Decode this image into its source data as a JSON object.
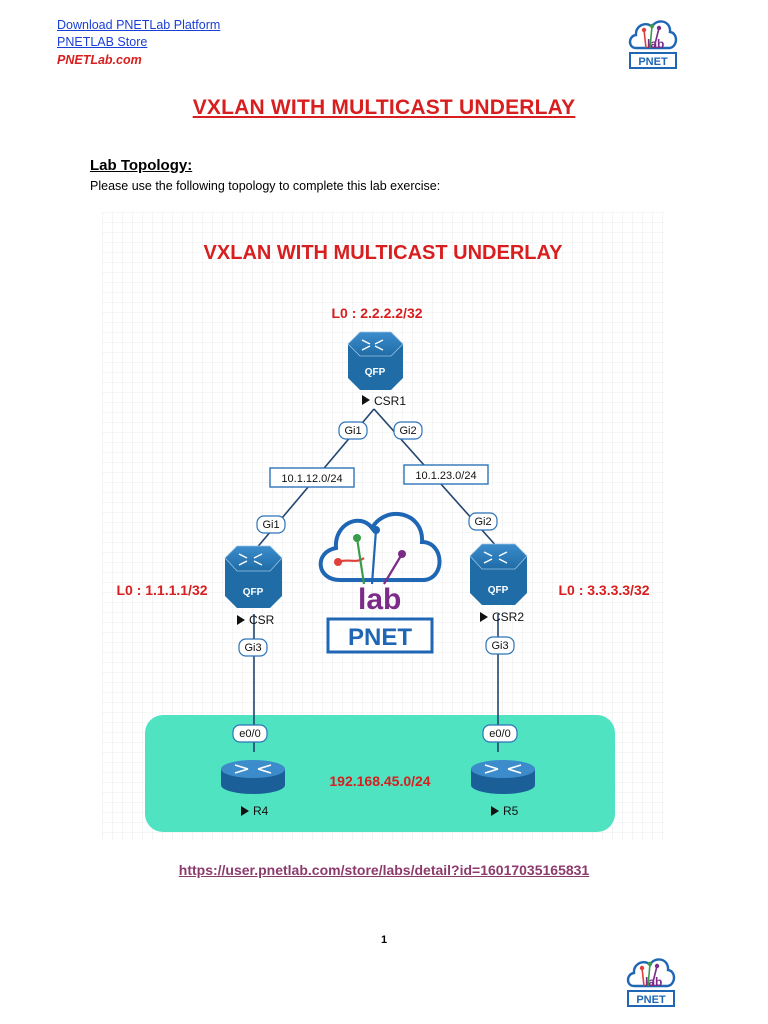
{
  "header": {
    "download_link": "Download PNETLab Platform",
    "store_link": "PNETLAB Store",
    "site_name": "PNETLab.com"
  },
  "logo": {
    "text": "PNET"
  },
  "document": {
    "title": "VXLAN WITH MULTICAST UNDERLAY",
    "section_heading": "Lab Topology:",
    "instruction": "Please use the following topology to complete this lab exercise:",
    "detail_url": "https://user.pnetlab.com/store/labs/detail?id=16017035165831",
    "page_number": "1"
  },
  "diagram": {
    "title": "VXLAN WITH MULTICAST UNDERLAY",
    "loopbacks": {
      "csr1": "L0 : 2.2.2.2/32",
      "csr": "L0 : 1.1.1.1/32",
      "csr2": "L0 : 3.3.3.3/32"
    },
    "devices": {
      "csr1": {
        "label": "CSR1",
        "chip": "QFP"
      },
      "csr": {
        "label": "CSR",
        "chip": "QFP"
      },
      "csr2": {
        "label": "CSR2",
        "chip": "QFP"
      },
      "r4": {
        "label": "R4"
      },
      "r5": {
        "label": "R5"
      }
    },
    "interfaces": {
      "csr1_gi1": "Gi1",
      "csr1_gi2": "Gi2",
      "csr_gi1": "Gi1",
      "csr2_gi2": "Gi2",
      "csr_gi3": "Gi3",
      "csr2_gi3": "Gi3",
      "r4_e00": "e0/0",
      "r5_e00": "e0/0"
    },
    "subnets": {
      "left": "10.1.12.0/24",
      "right": "10.1.23.0/24",
      "lan": "192.168.45.0/24"
    },
    "center_logo_text": "PNET",
    "colors": {
      "title_red": "#d81e1e",
      "lan_zone": "#4fe3c1",
      "router_fill": "#1f6ca6",
      "label_border": "#2c74b8",
      "logo_blue": "#1f66b5",
      "logo_purple": "#7c2b88",
      "link_purple": "#8c3a6c"
    }
  }
}
